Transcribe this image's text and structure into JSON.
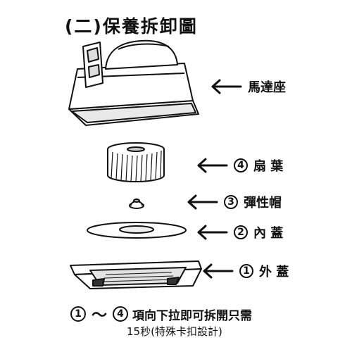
{
  "title": "(二)保養拆卸圖",
  "parts": [
    {
      "label": "馬達座",
      "number": ""
    },
    {
      "label": "扇 葉",
      "number": "4"
    },
    {
      "label": "彈性帽",
      "number": "3"
    },
    {
      "label": "內 蓋",
      "number": "2"
    },
    {
      "label": "外 蓋",
      "number": "1"
    }
  ],
  "note": {
    "from": "1",
    "tilde": "～",
    "to": "4",
    "line1": "項向下拉即可拆開只需",
    "line2": "15秒(特殊卡扣設計)"
  }
}
